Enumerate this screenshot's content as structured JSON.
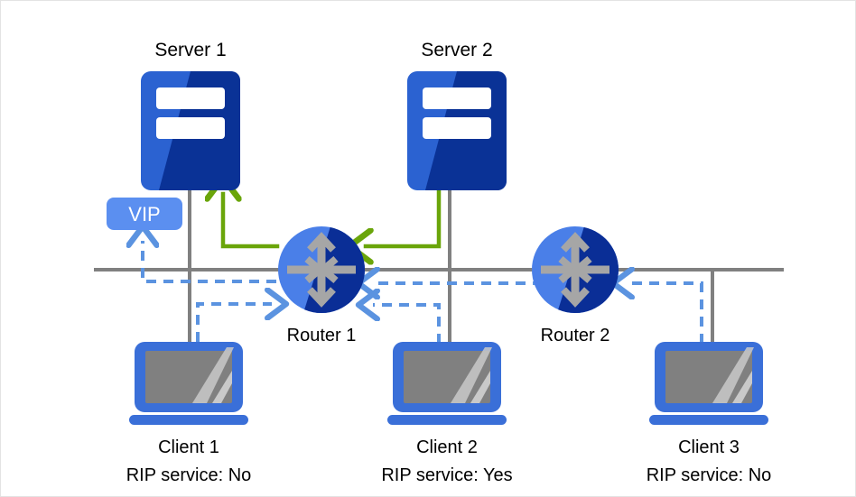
{
  "diagram": {
    "title_semantic": "network-topology-rip-service",
    "colors": {
      "bus_line": "#808080",
      "green_flow": "#6AA50A",
      "blue_dashed_flow": "#5B93E0",
      "server_light": "#2B62D1",
      "server_dark": "#0A3296",
      "router_light": "#4A7FE8",
      "router_dark": "#0A2E96",
      "router_arrow": "#A6A6A6",
      "laptop_frame": "#3A6FD8",
      "laptop_screen": "#808080",
      "vip_badge": "#5B8FF0",
      "text": "#000000",
      "canvas_border": "#E3E3E3"
    },
    "servers": [
      {
        "id": "server-1",
        "label": "Server 1"
      },
      {
        "id": "server-2",
        "label": "Server 2"
      }
    ],
    "routers": [
      {
        "id": "router-1",
        "label": "Router 1"
      },
      {
        "id": "router-2",
        "label": "Router 2"
      }
    ],
    "clients": [
      {
        "id": "client-1",
        "label": "Client 1",
        "rip_label": "RIP service: No"
      },
      {
        "id": "client-2",
        "label": "Client 2",
        "rip_label": "RIP service: Yes"
      },
      {
        "id": "client-3",
        "label": "Client 3",
        "rip_label": "RIP service: No"
      }
    ],
    "badges": [
      {
        "id": "vip-badge",
        "label": "VIP"
      }
    ],
    "flows": [
      {
        "id": "green-flow-server2-to-router1-to-server1",
        "color": "#6AA50A",
        "style": "solid",
        "description": "Server 2 down, left to Router 1, then up to Server 1"
      },
      {
        "id": "dashed-flow-client1-to-router1",
        "color": "#5B93E0",
        "style": "dashed",
        "description": "Client 1 up then right into Router 1"
      },
      {
        "id": "dashed-flow-router1-to-vip",
        "color": "#5B93E0",
        "style": "dashed",
        "description": "Router 1 left then up into VIP badge"
      },
      {
        "id": "dashed-flow-client2-to-router1",
        "color": "#5B93E0",
        "style": "dashed",
        "description": "Client 2 up then left into Router 1"
      },
      {
        "id": "dashed-flow-router2-to-router1",
        "color": "#5B93E0",
        "style": "dashed",
        "description": "Router 2 left into Router 1"
      },
      {
        "id": "dashed-flow-client3-to-router2",
        "color": "#5B93E0",
        "style": "dashed",
        "description": "Client 3 up then left into Router 2"
      }
    ]
  }
}
